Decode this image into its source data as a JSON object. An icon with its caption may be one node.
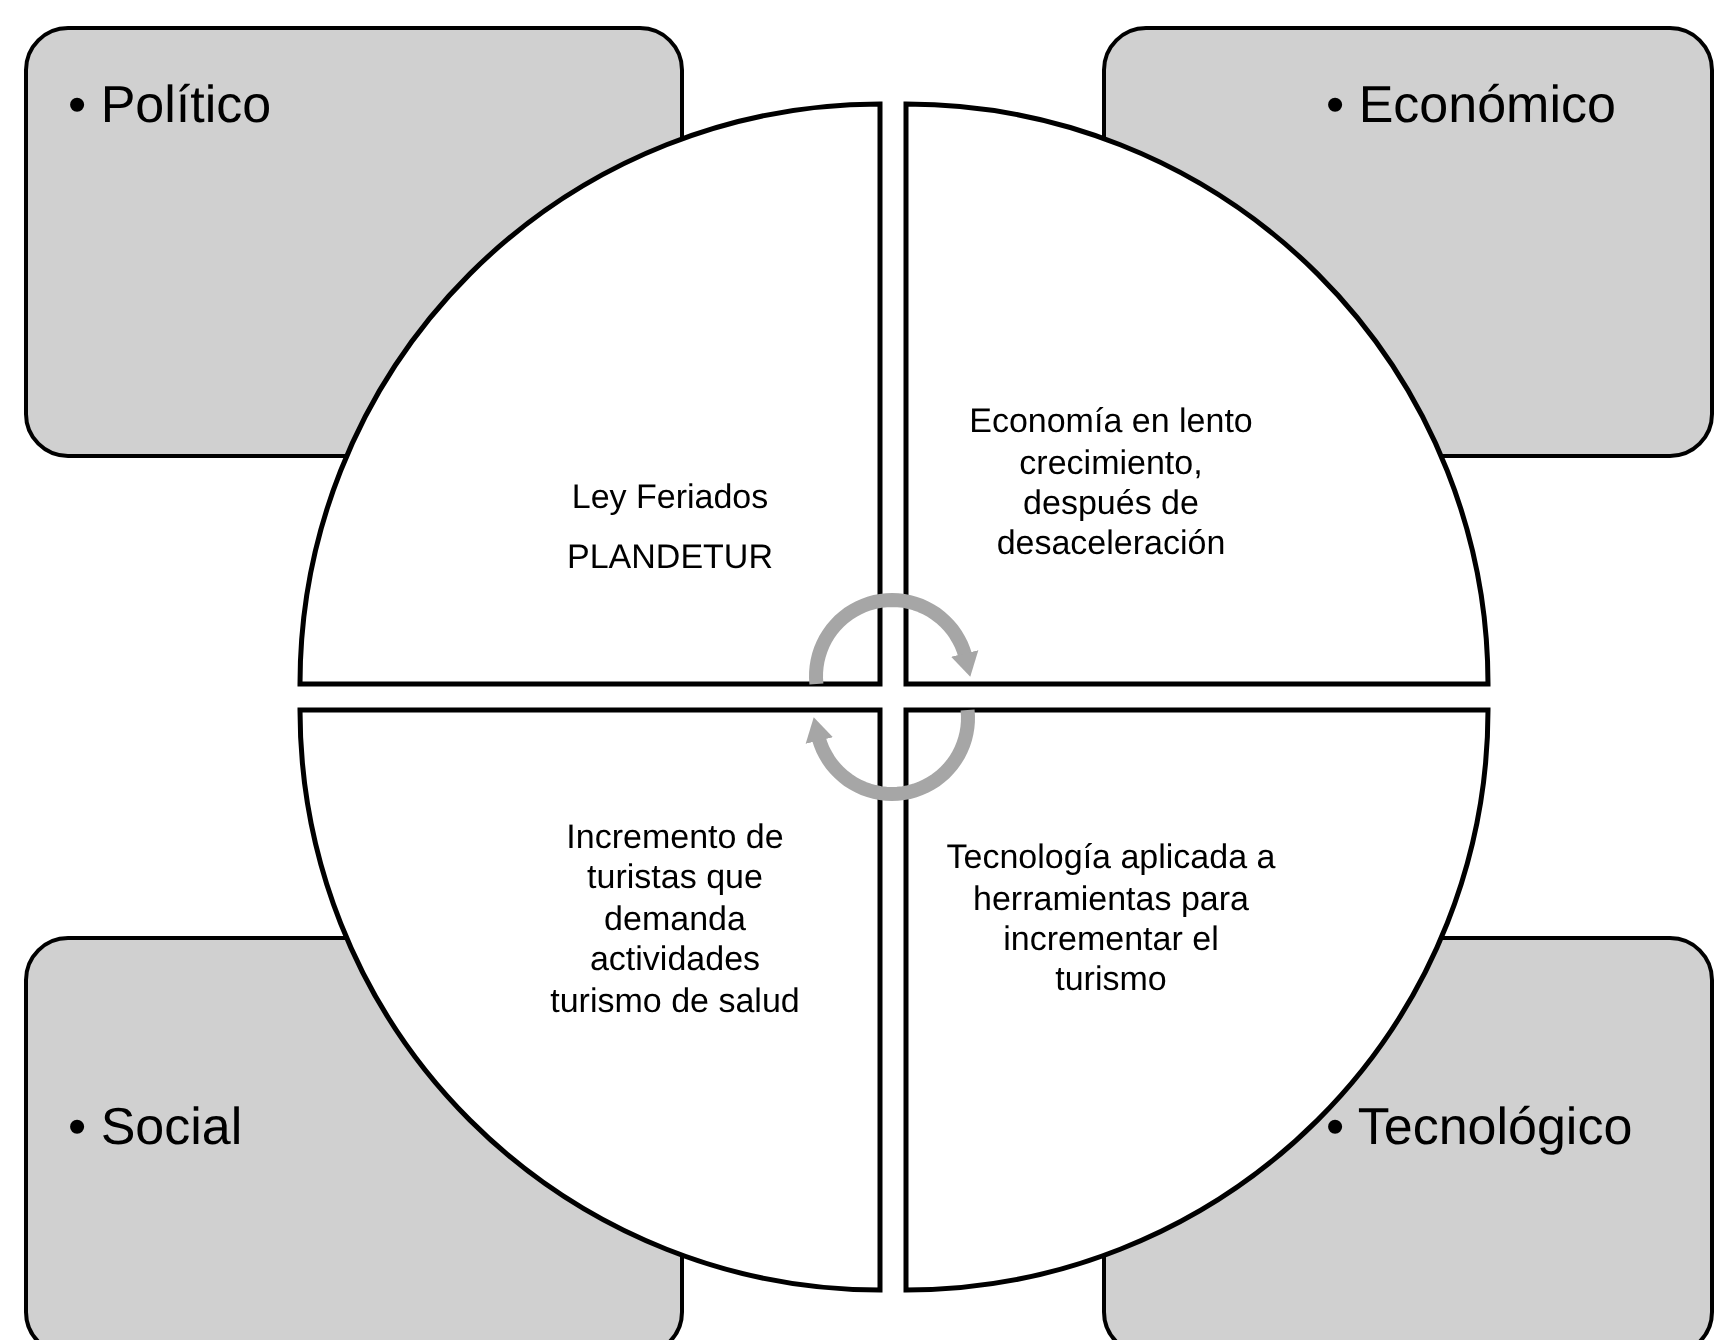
{
  "diagram": {
    "nodes": [
      {
        "text": [
          "• Político"
        ]
      },
      {
        "text": [
          "• Económico"
        ]
      },
      {
        "text": [
          "Ley Feriados",
          "PLANDETUR"
        ]
      },
      {
        "text": [
          "Economía en lento crecimiento, después de desaceleración"
        ]
      },
      {
        "text": [
          "Incremento de turistas que demanda actividades turismo de salud"
        ]
      },
      {
        "text": [
          "Tecnología aplicada a herramientas para incrementar el turismo"
        ]
      },
      {
        "text": [
          "• Social"
        ]
      },
      {
        "text": [
          "• Tecnológico"
        ]
      }
    ],
    "edges": [
      {
        "from": 2,
        "to": 3,
        "arrow": "to"
      },
      {
        "from": 5,
        "to": 4,
        "arrow": "to"
      }
    ]
  }
}
